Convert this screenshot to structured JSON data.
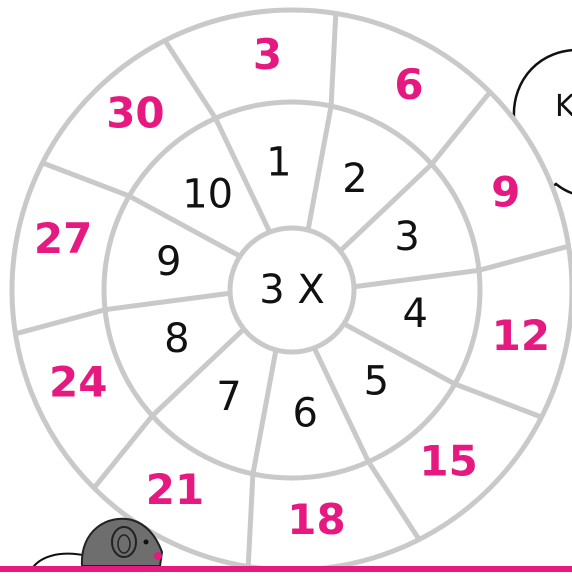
{
  "wheel": {
    "center_label": "3 X",
    "inner_numbers": [
      "1",
      "2",
      "3",
      "4",
      "5",
      "6",
      "7",
      "8",
      "9",
      "10"
    ],
    "outer_products": [
      "3",
      "6",
      "9",
      "12",
      "15",
      "18",
      "21",
      "24",
      "27",
      "30"
    ]
  },
  "speech_bubble": {
    "text": "K"
  },
  "colors": {
    "ring_stroke": "#c9c9c9",
    "inner_number": "#111111",
    "product": "#e5197f",
    "bottom_bar": "#e5197f",
    "mouse_body": "#6e6e6e",
    "mouse_nose": "#e5197f"
  },
  "icons": {
    "mouse": "mouse-icon"
  }
}
